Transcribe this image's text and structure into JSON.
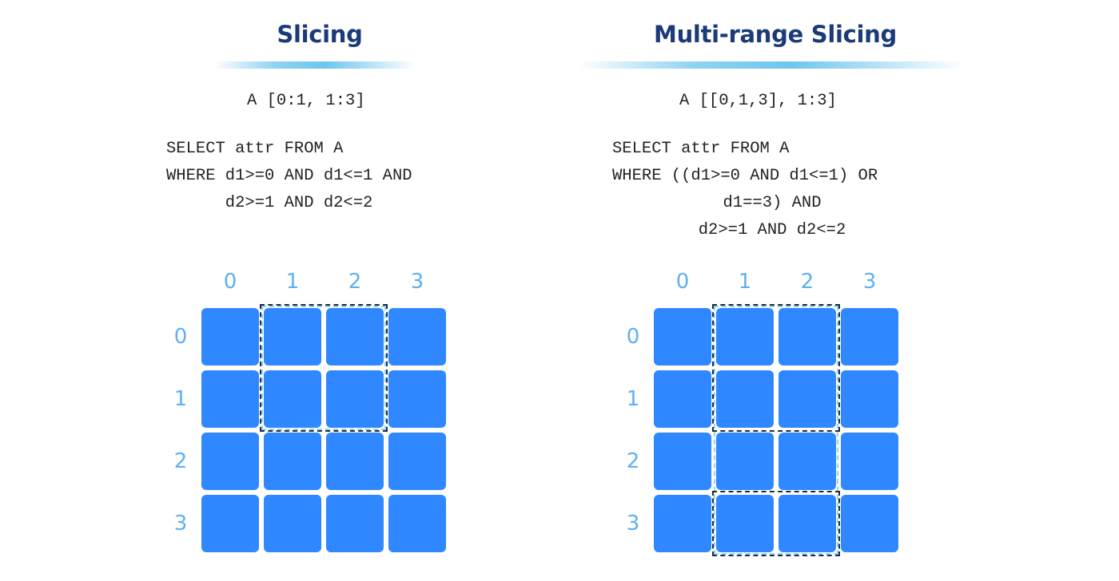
{
  "left": {
    "title": "Slicing",
    "expression": "A [0:1, 1:3]",
    "query_lines": [
      "SELECT attr FROM A",
      "WHERE d1>=0 AND d1<=1 AND",
      "      d2>=1 AND d2<=2"
    ],
    "col_labels": [
      "0",
      "1",
      "2",
      "3"
    ],
    "row_labels": [
      "0",
      "1",
      "2",
      "3"
    ]
  },
  "right": {
    "title": "Multi-range Slicing",
    "expression": "A [[0,1,3], 1:3]",
    "query_lines": [
      "SELECT attr FROM A",
      "WHERE ((d1>=0 AND d1<=1) OR",
      "d1==3) AND",
      "d2>=1 AND d2<=2"
    ],
    "col_labels": [
      "0",
      "1",
      "2",
      "3"
    ],
    "row_labels": [
      "0",
      "1",
      "2",
      "3"
    ]
  },
  "colors": {
    "cell": "#2f88ff",
    "title": "#1b3a78",
    "axis_label": "#5fb0f3",
    "selection_border": "#1d2a44"
  }
}
